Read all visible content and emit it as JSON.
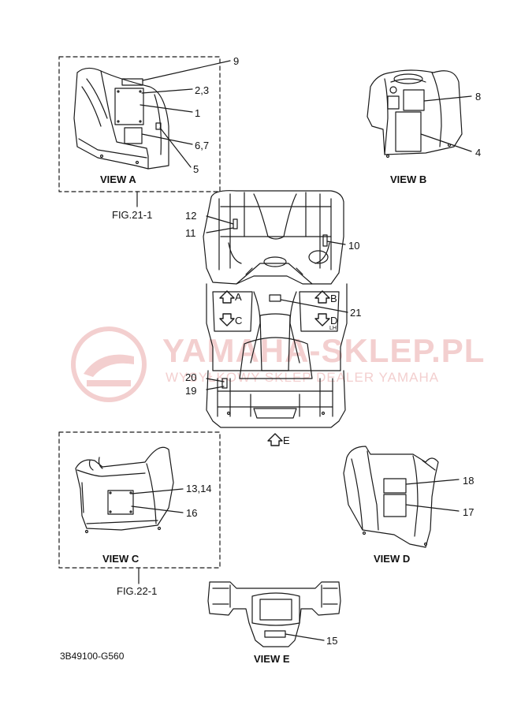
{
  "watermark": {
    "brand": "YAMAHA-SKLEP.PL",
    "tagline": "WYSYŁKOWY SKLEP DEALER YAMAHA"
  },
  "views": {
    "a": "VIEW A",
    "b": "VIEW B",
    "c": "VIEW C",
    "d": "VIEW D",
    "e": "VIEW E"
  },
  "figure_refs": {
    "upper": "FIG.21-1",
    "lower": "FIG.22-1"
  },
  "callouts": {
    "c9": "9",
    "c23": "2,3",
    "c1": "1",
    "c67": "6,7",
    "c5": "5",
    "c8": "8",
    "c4": "4",
    "c12": "12",
    "c11": "11",
    "c10": "10",
    "c21": "21",
    "c20": "20",
    "c19": "19",
    "c1314": "13,14",
    "c16": "16",
    "c18": "18",
    "c17": "17",
    "c15": "15"
  },
  "view_arrows": {
    "a": "A",
    "b": "B",
    "c": "C",
    "d": "D",
    "e": "E"
  },
  "small_marks": {
    "lh": "LH"
  },
  "drawing_code": "3B49100-G560",
  "colors": {
    "line": "#1a1a1a",
    "watermark": "#f3cfcf"
  }
}
